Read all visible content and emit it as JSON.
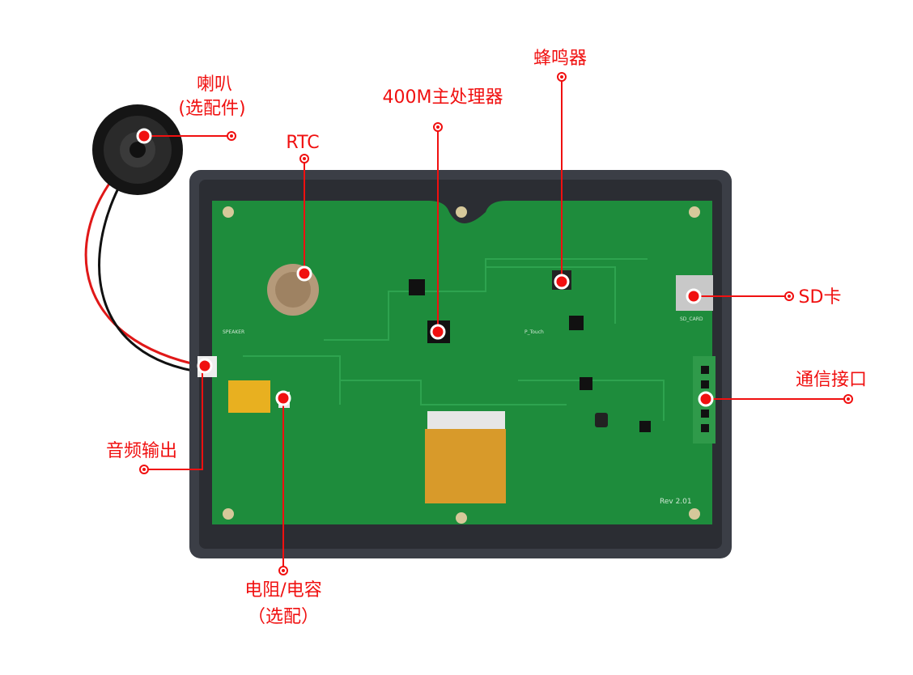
{
  "colors": {
    "annotation": "#f01010",
    "case": "#3b3e46",
    "board": "#1e8c3c",
    "fpc": "#d89a2a"
  },
  "labels": {
    "speaker": "喇叭",
    "speaker_note": "(选配件)",
    "rtc": "RTC",
    "cpu": "400M主处理器",
    "buzzer": "蜂鸣器",
    "sd_card": "SD卡",
    "comm_port": "通信接口",
    "audio_out": "音频输出",
    "resistor_cap": "电阻/电容",
    "resistor_cap_note": "（选配）"
  },
  "board": {
    "revision": "Rev 2.01",
    "p_touch": "P_Touch",
    "sd_label": "SD_CARD",
    "speaker_silk": "SPEAKER"
  }
}
